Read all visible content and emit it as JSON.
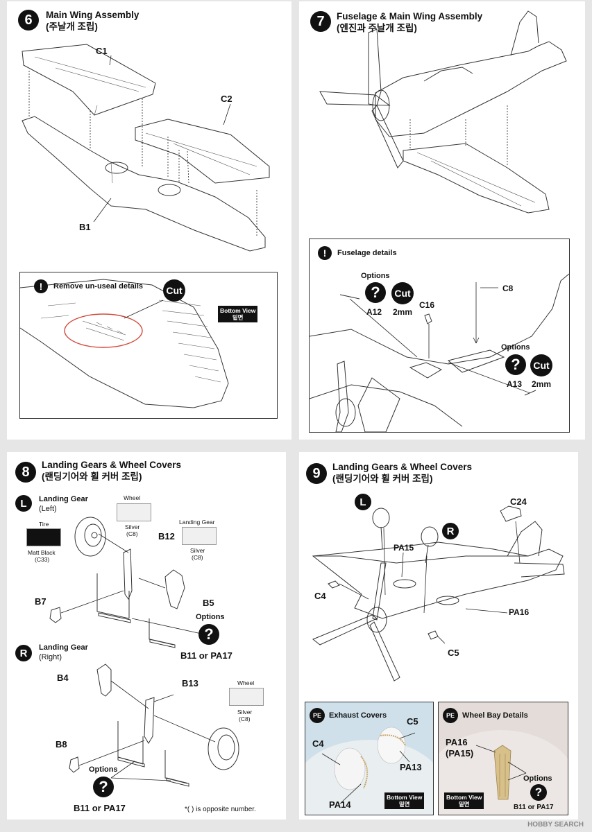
{
  "step6": {
    "num": "6",
    "title": "Main Wing Assembly",
    "title_ko": "(주날개 조립)",
    "parts": {
      "c1": "C1",
      "c2": "C2",
      "b1": "B1"
    },
    "detail": {
      "note": "Remove un-useal details",
      "cut": "Cut",
      "view": "Bottom View",
      "view_ko": "밑면"
    }
  },
  "step7": {
    "num": "7",
    "title": "Fuselage & Main Wing Assembly",
    "title_ko": "(엔진과 주날개 조립)",
    "detail": {
      "note": "Fuselage details",
      "options1": "Options",
      "q1": "?",
      "cut1": "Cut",
      "a12": "A12",
      "mm1": "2mm",
      "c16": "C16",
      "c8": "C8",
      "options2": "Options",
      "q2": "?",
      "cut2": "Cut",
      "a13": "A13",
      "mm2": "2mm"
    }
  },
  "step8": {
    "num": "8",
    "title": "Landing Gears & Wheel Covers",
    "title_ko": "(랜딩기어와 휠 커버 조립)",
    "left": {
      "badge": "L",
      "label": "Landing Gear",
      "label2": "(Left)"
    },
    "right": {
      "badge": "R",
      "label": "Landing Gear",
      "label2": "(Right)"
    },
    "colors": {
      "wheel1": "Wheel",
      "silver1": "Silver",
      "c8a": "(C8)",
      "tire": "Tire",
      "matt_black": "Matt Black",
      "c33": "(C33)",
      "gear": "Landing Gear",
      "silver2": "Silver",
      "c8b": "(C8)",
      "wheel2": "Wheel",
      "silver3": "Silver",
      "c8c": "(C8)"
    },
    "parts": {
      "b12": "B12",
      "b5": "B5",
      "b7": "B7",
      "b4": "B4",
      "b13": "B13",
      "b8": "B8"
    },
    "options1": "Options",
    "q1": "?",
    "alt1": "B11 or PA17",
    "options2": "Options",
    "q2": "?",
    "alt2": "B11 or PA17",
    "footnote": "*(  ) is opposite number.",
    "swatch_colors": {
      "silver": "#f0f0f0",
      "black": "#111111"
    }
  },
  "step9": {
    "num": "9",
    "title": "Landing Gears & Wheel Covers",
    "title_ko": "(랜딩기어와 휠 커버 조립)",
    "badges": {
      "l": "L",
      "r": "R"
    },
    "parts": {
      "c24": "C24",
      "pa15": "PA15",
      "c4": "C4",
      "pa16": "PA16",
      "c5": "C5"
    },
    "exhaust": {
      "pe": "PE",
      "title": "Exhaust Covers",
      "c4": "C4",
      "c5": "C5",
      "pa13": "PA13",
      "pa14": "PA14",
      "view": "Bottom View",
      "view_ko": "밑면"
    },
    "wheelbay": {
      "pe": "PE",
      "title": "Wheel Bay Details",
      "pa16": "PA16",
      "pa15": "(PA15)",
      "options": "Options",
      "q": "?",
      "alt": "B11 or PA17",
      "view": "Bottom View",
      "view_ko": "밑면"
    },
    "photo_colors": {
      "exhaust_bg": "#cfe0ea",
      "wheelbay_bg": "#e3dcd8",
      "brass": "#c9a86a"
    }
  },
  "watermark": "HOBBY SEARCH"
}
